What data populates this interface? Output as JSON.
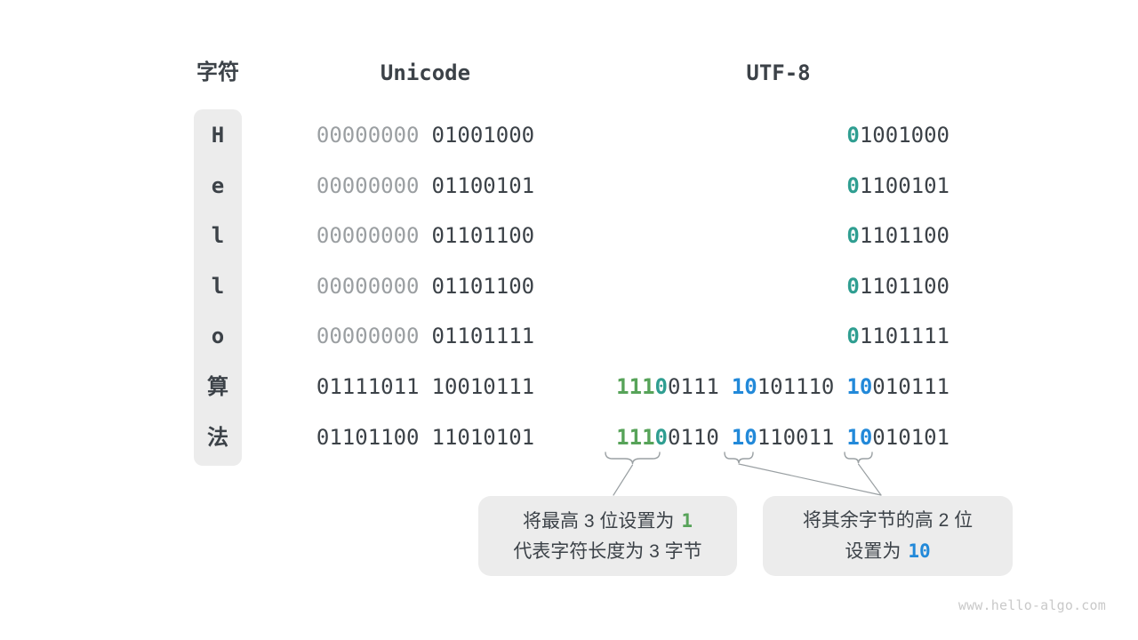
{
  "colors": {
    "accent_green": "#57a359",
    "accent_teal": "#2f9e91",
    "accent_blue": "#2289d9",
    "text_dark": "#3c4248",
    "text_dim": "#9b9fa2",
    "panel_bg": "#ececec"
  },
  "header": {
    "char_label": "字符",
    "unicode_label": "Unicode",
    "utf8_label": "UTF-8"
  },
  "rows": [
    {
      "char": "H",
      "unicode": {
        "high": "00000000",
        "low": "01001000"
      },
      "utf8": {
        "b1": {
          "teal": "0",
          "rest": "1001000"
        }
      }
    },
    {
      "char": "e",
      "unicode": {
        "high": "00000000",
        "low": "01100101"
      },
      "utf8": {
        "b1": {
          "teal": "0",
          "rest": "1100101"
        }
      }
    },
    {
      "char": "l",
      "unicode": {
        "high": "00000000",
        "low": "01101100"
      },
      "utf8": {
        "b1": {
          "teal": "0",
          "rest": "1101100"
        }
      }
    },
    {
      "char": "l",
      "unicode": {
        "high": "00000000",
        "low": "01101100"
      },
      "utf8": {
        "b1": {
          "teal": "0",
          "rest": "1101100"
        }
      }
    },
    {
      "char": "o",
      "unicode": {
        "high": "00000000",
        "low": "01101111"
      },
      "utf8": {
        "b1": {
          "teal": "0",
          "rest": "1101111"
        }
      }
    },
    {
      "char": "算",
      "unicode": {
        "high": "01111011",
        "low": "10010111"
      },
      "utf8": {
        "b1": {
          "green": "111",
          "teal": "0",
          "rest": "0111"
        },
        "b2": {
          "blue": "10",
          "rest": "101110"
        },
        "b3": {
          "blue": "10",
          "rest": "010111"
        }
      }
    },
    {
      "char": "法",
      "unicode": {
        "high": "01101100",
        "low": "11010101"
      },
      "utf8": {
        "b1": {
          "green": "111",
          "teal": "0",
          "rest": "0110"
        },
        "b2": {
          "blue": "10",
          "rest": "110011"
        },
        "b3": {
          "blue": "10",
          "rest": "010101"
        }
      }
    }
  ],
  "callouts": [
    {
      "line1_pre": "将最高 3 位设置为",
      "line1_highlight": "1",
      "line2": "代表字符长度为 3 字节"
    },
    {
      "line1": "将其余字节的高 2 位",
      "line2_pre": "设置为",
      "line2_highlight": "10"
    }
  ],
  "watermark": "www.hello-algo.com"
}
